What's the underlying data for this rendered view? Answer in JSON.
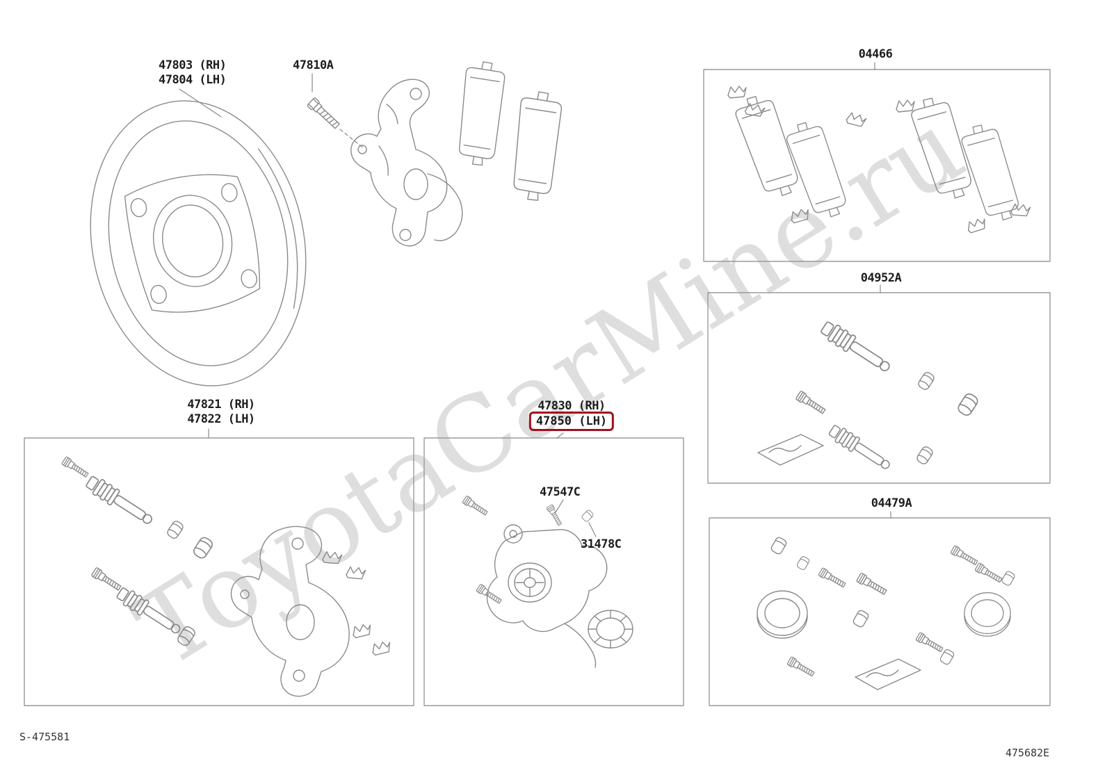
{
  "page": {
    "watermark": "ToyotaCarMine.ru",
    "drawing_code": "S-475581",
    "sheet_code": "475682E"
  },
  "colors": {
    "line_art": "#8a8a8a",
    "group_box_border": "#9a9a9a",
    "highlight_border": "#a50d1d",
    "label_text": "#1d1d1d"
  },
  "labels": {
    "backing_plate_rh": "47803 (RH)",
    "backing_plate_lh": "47804 (LH)",
    "mount_bolt": "47810A",
    "pad_kit": "04466",
    "pin_kit": "04952A",
    "bracket_rh": "47821 (RH)",
    "bracket_lh": "47822 (LH)",
    "caliper_rh": "47830 (RH)",
    "caliper_lh": "47850 (LH)",
    "bleeder_plug": "47547C",
    "bleeder_cap": "31478C",
    "seal_kit": "04479A"
  }
}
